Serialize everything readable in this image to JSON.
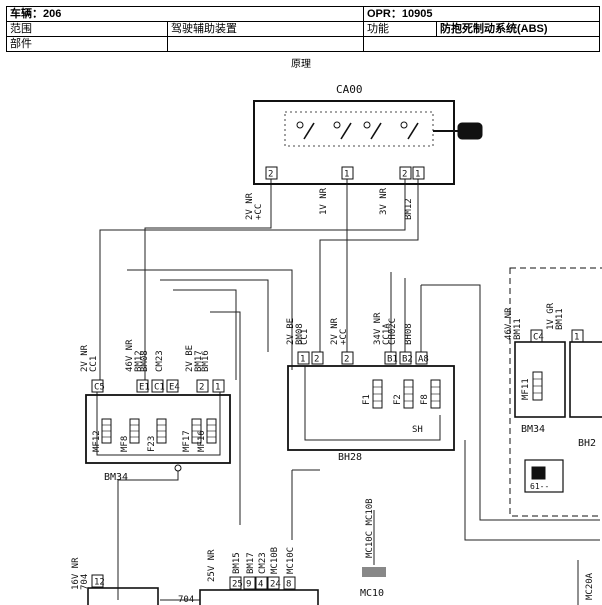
{
  "header": {
    "vehicle_label": "车辆：",
    "vehicle": "206",
    "opr_label": "OPR：",
    "opr": "10905",
    "range_label": "范围",
    "range": "驾驶辅助装置",
    "function_label": "功能",
    "function": "防抱死制动系统(ABS)",
    "part_label": "部件"
  },
  "caption": "原理",
  "diagram": {
    "ignition_switch": "CA00",
    "ca00_pins": [
      "2",
      "1",
      "2",
      "1"
    ],
    "ca00_wires": [
      "2V NR\n+CC",
      "1V NR",
      "3V NR",
      "BM12"
    ],
    "bm34": {
      "label": "BM34",
      "wire_top": [
        "2V NR\nCC1",
        "46V NR\nBM12",
        "BM08",
        "CM23",
        "2V BE\nBM17",
        "BM16"
      ],
      "pins": [
        "C5",
        "E1",
        "C1",
        "E4",
        "2",
        "1"
      ],
      "fuses": [
        "MF12",
        "MF8",
        "F23",
        "MF17",
        "MF16"
      ]
    },
    "bh28": {
      "label": "BH28",
      "wire_top": [
        "2V BE\nBM08",
        "CC1",
        "2V NR\n+CC",
        "34V NR\nCC1A",
        "CH02C",
        "BH08"
      ],
      "pins": [
        "1",
        "2",
        "2",
        "B1",
        "B2",
        "A8"
      ],
      "fuses": [
        "F1",
        "F2",
        "F8"
      ],
      "shunt": "SH"
    },
    "right": {
      "wire_a": "46V NR\nBM11",
      "wire_b": "1V GR\nBM11",
      "pin_a": "C4",
      "pin_b": "1",
      "fuse": "MF11",
      "label_a": "BM34",
      "label_b": "BH2",
      "ref": "61--"
    },
    "bottom": {
      "left_wire": "16V NR\n704",
      "left_pin": "12",
      "left_label": "704",
      "mid_wire": "25V NR",
      "mid_codes": [
        "BM15",
        "BM17",
        "CM23",
        "MC10B",
        "MC10C"
      ],
      "mid_pins": [
        "25",
        "9",
        "4",
        "24",
        "8"
      ],
      "ground_codes": "MC10C MC10B",
      "ground": "MC10",
      "right_code": "MC20A"
    }
  }
}
